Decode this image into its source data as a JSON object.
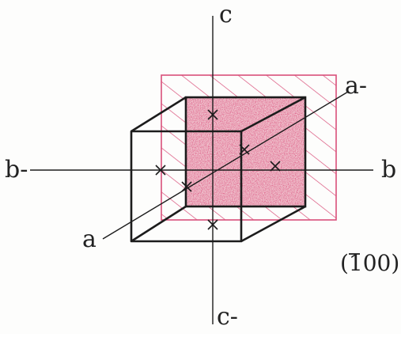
{
  "diagram": {
    "axis_labels": {
      "c_plus": "c",
      "c_minus": "c-",
      "b_plus": "b",
      "b_minus": "b-",
      "a_plus": "a",
      "a_minus": "a-"
    },
    "plane_label_bar": "1",
    "plane_label_text": "(100)",
    "colors": {
      "ink": "#1c1c1c",
      "plane_fill": "#e0608c",
      "plane_outline": "#d9507a",
      "hatch": "#d9507a"
    }
  }
}
